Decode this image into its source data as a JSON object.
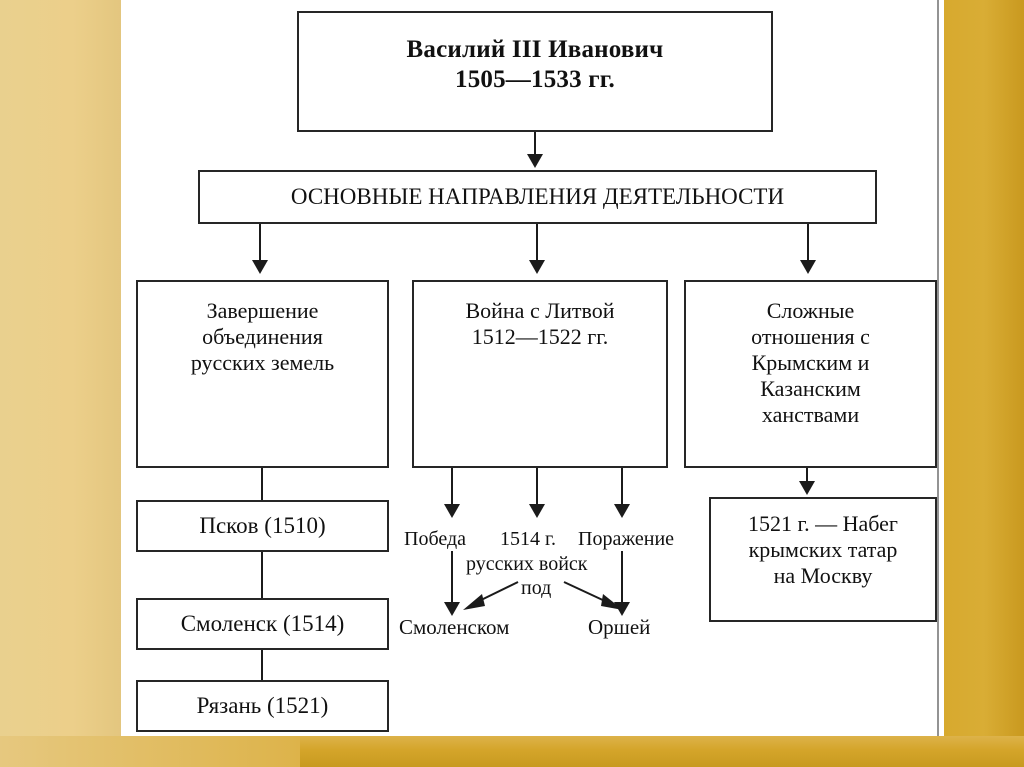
{
  "slide": {
    "background_color": "#ffffff",
    "frame_gold_light": "#e9d08e",
    "frame_gold_dark": "#d4a52a",
    "line_color": "#1b1b1b"
  },
  "diagram": {
    "title_box": {
      "text": "Василий III Иванович\n1505—1533 гг."
    },
    "directions_box": {
      "text": "ОСНОВНЫЕ НАПРАВЛЕНИЯ ДЕЯТЕЛЬНОСТИ"
    },
    "branches": [
      {
        "id": "unification",
        "text": "Завершение\nобъединения\nрусских земель"
      },
      {
        "id": "lithuania-war",
        "text": "Война с Литвой\n1512—1522 гг."
      },
      {
        "id": "khanates",
        "text": "Сложные\nотношения с\nКрымским и\nКазанским\nханствами"
      }
    ],
    "cities": [
      {
        "id": "pskov",
        "text": "Псков (1510)"
      },
      {
        "id": "smolensk",
        "text": "Смоленск (1514)"
      },
      {
        "id": "ryazan",
        "text": "Рязань (1521)"
      }
    ],
    "war_notes": {
      "victory": "Победа",
      "year": "1514 г.",
      "defeat": "Поражение",
      "troops": "русских войск",
      "under": "под",
      "place_left": "Смоленском",
      "place_right": "Оршей"
    },
    "raid_box": {
      "text": "1521 г. — Набег\nкрымских татар\nна Москву"
    }
  }
}
